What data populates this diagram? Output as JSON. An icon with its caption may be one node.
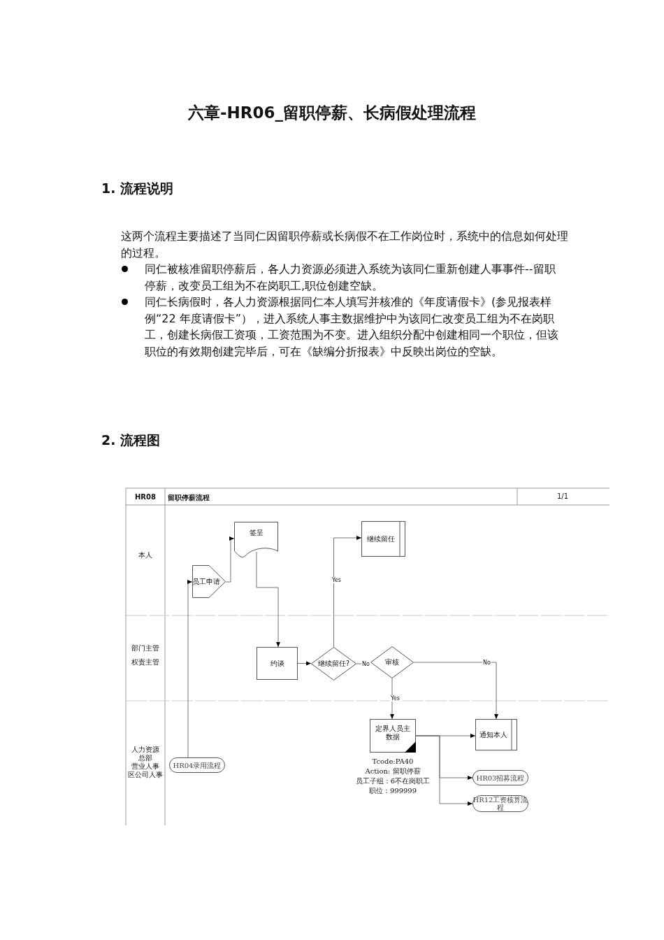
{
  "diagram": {
    "title": "六章-HR06_留职停薪、长病假处理流程",
    "nodes": [
      {
        "text": [
          "员工申请"
        ]
      },
      {
        "text": [
          "签呈"
        ]
      },
      {
        "text": [
          "继续留任"
        ]
      },
      {
        "text": [
          "约谈"
        ]
      },
      {
        "text": [
          "继续留任?"
        ]
      },
      {
        "text": [
          "审核"
        ]
      },
      {
        "text": [
          "定界人员主数据"
        ],
        "beside": [
          "Tcode:PA40",
          "Action: 留职停薪",
          "员工子组：6不在岗职工",
          "职位：999999"
        ]
      },
      {
        "text": [
          "通知本人"
        ]
      },
      {
        "text": [
          "HR04录用流程"
        ]
      },
      {
        "text": [
          "HR03招募流程"
        ]
      },
      {
        "text": [
          "HR12工资核算流程"
        ]
      }
    ],
    "edges": [
      {
        "from": 8,
        "to": 0,
        "arrow": "to"
      },
      {
        "from": 0,
        "to": 1,
        "arrow": "to"
      },
      {
        "from": 1,
        "to": 3,
        "arrow": "to"
      },
      {
        "from": 3,
        "to": 4,
        "arrow": "to"
      },
      {
        "from": 4,
        "to": 2,
        "arrow": "to",
        "label": "Yes"
      },
      {
        "from": 4,
        "to": 5,
        "arrow": "to",
        "label": "No"
      },
      {
        "from": 5,
        "to": 7,
        "arrow": "to",
        "label": "No"
      },
      {
        "from": 5,
        "to": 6,
        "arrow": "to",
        "label": "Yes"
      },
      {
        "from": 6,
        "to": 7,
        "arrow": "to"
      },
      {
        "from": 6,
        "to": 9,
        "arrow": "to"
      },
      {
        "from": 6,
        "to": 10,
        "arrow": "to"
      }
    ],
    "labels": [
      "1. 流程说明",
      "这两个流程主要描述了当同仁因留职停薪或长病假不在工作岗位时，系统中的信息如何处理的过程。",
      "同仁被核准留职停薪后，各人力资源必须进入系统为该同仁重新创建人事事件--留职停薪，改变员工组为不在岗职工,职位创建空缺。",
      "同仁长病假时，各人力资源根据同仁本人填写并核准的《年度请假卡》(参见报表样例“22 年度请假卡”），进入系统人事主数据维护中为该同仁改变员工组为不在岗职工，创建长病假工资项，工资范围为不变。进入组织分配中创建相同一个职位，但该职位的有效期创建完毕后，可在《缺编分折报表》中反映出岗位的空缺。",
      "2. 流程图",
      "HR08",
      "留职停薪流程",
      "1/1",
      "本人",
      "部门主管",
      "权责主管",
      "人力资源",
      "总部",
      "营业人事",
      "区公司人事"
    ]
  }
}
